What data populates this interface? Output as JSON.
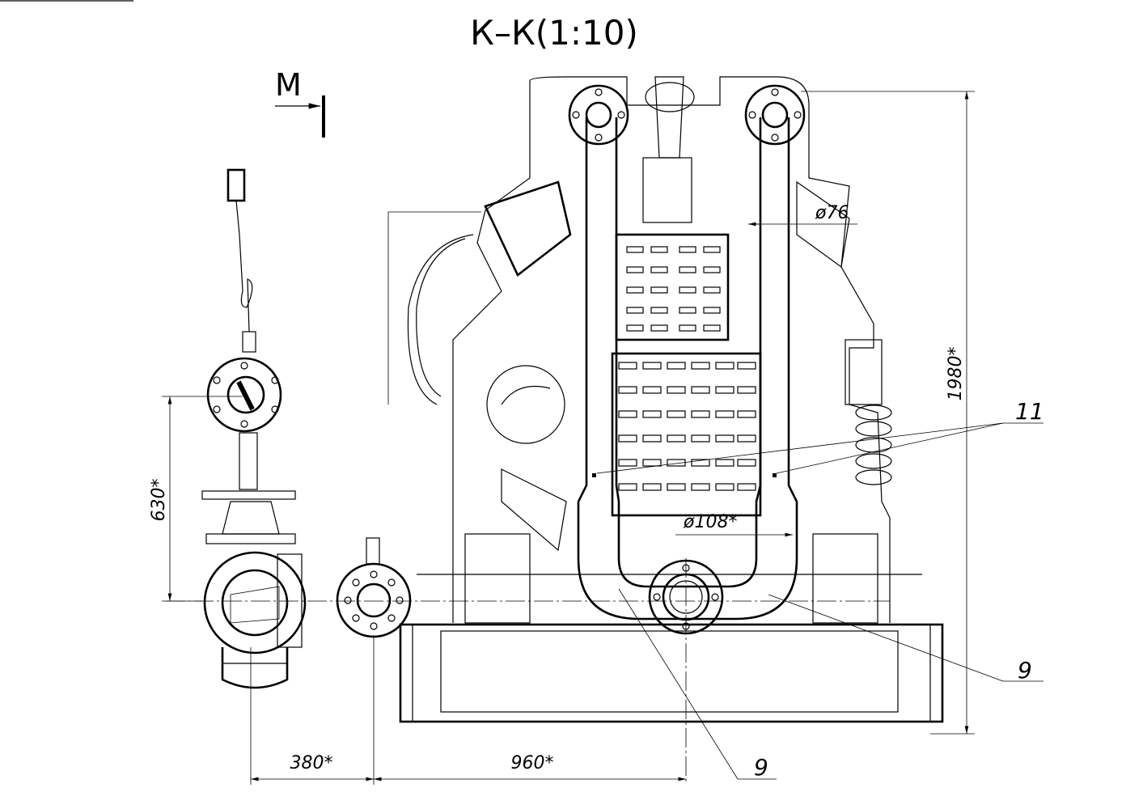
{
  "title": "К–К(1:10)",
  "section_marker": "М",
  "dimensions": {
    "height_total": "1980*",
    "height_left": "630*",
    "width_left": "380*",
    "width_center": "960*",
    "pipe_dia_small": "ø76",
    "pipe_dia_large": "ø108*"
  },
  "callouts": {
    "item_11": "11",
    "item_9_right": "9",
    "item_9_bottom": "9"
  }
}
